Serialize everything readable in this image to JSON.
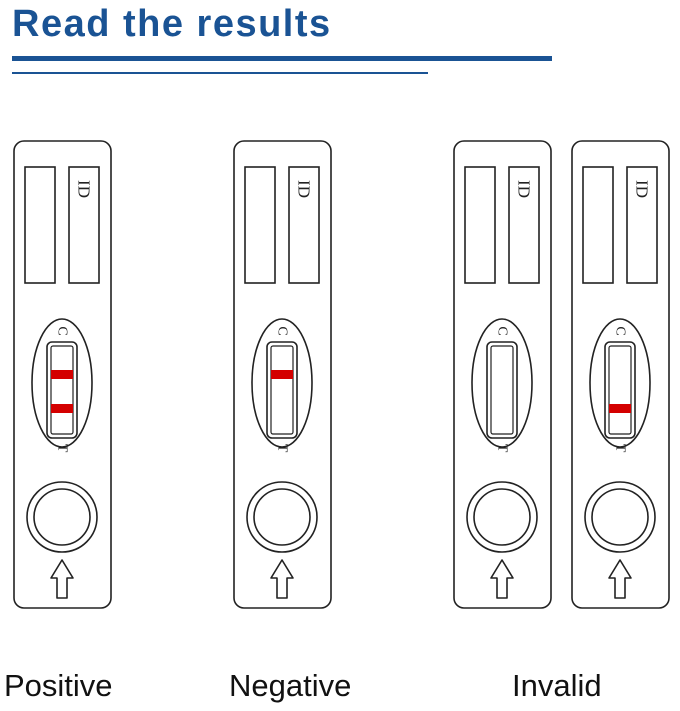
{
  "header": {
    "title": "Read the results"
  },
  "colors": {
    "accent": "#1a5394",
    "line": "#d40000",
    "outline": "#222222"
  },
  "strip_text": {
    "id_mark": "ID",
    "control_mark": "C",
    "test_mark": "T"
  },
  "results": [
    {
      "label": "Positive",
      "control_line": true,
      "test_line": true
    },
    {
      "label": "Negative",
      "control_line": true,
      "test_line": false
    },
    {
      "label": "Invalid",
      "control_line": false,
      "test_line": false
    },
    {
      "label": "Invalid",
      "control_line": false,
      "test_line": true
    }
  ]
}
